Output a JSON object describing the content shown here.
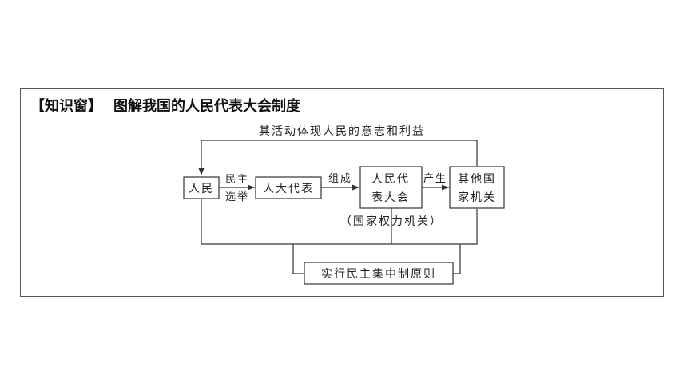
{
  "heading": {
    "tag": "【知识窗】",
    "title": "图解我国的人民代表大会制度"
  },
  "diagram": {
    "top_label": "其活动体现人民的意志和利益",
    "nodes": {
      "people": "人民",
      "npc_deputies": "人大代表",
      "npc_line1": "人民代",
      "npc_line2": "表大会",
      "other_line1": "其他国",
      "other_line2": "家机关",
      "principle": "实行民主集中制原则"
    },
    "edges": {
      "elect_line1": "民主",
      "elect_line2": "选举",
      "form": "组成",
      "produce": "产生"
    },
    "npc_note": "（国家权力机关）"
  }
}
